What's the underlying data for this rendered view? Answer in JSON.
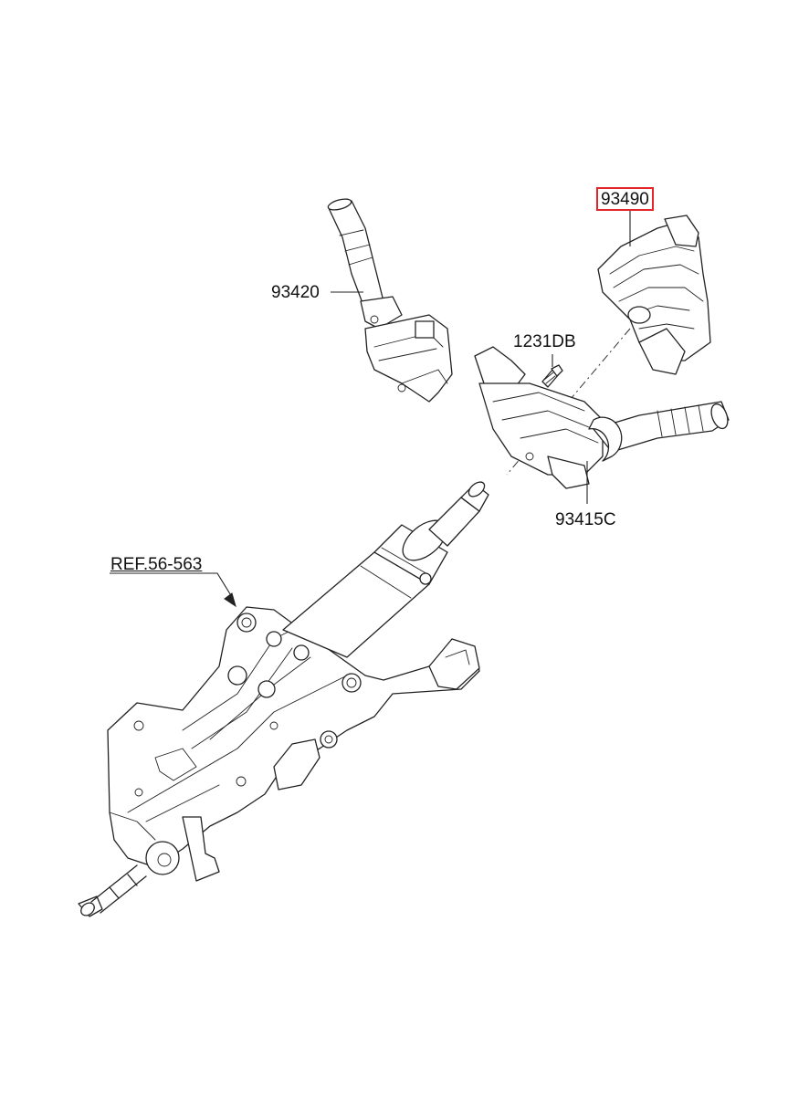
{
  "labels": {
    "clock_spring": "93490",
    "switch_left": "93420",
    "screw": "1231DB",
    "switch_assembly": "93415C",
    "reference": "REF.56-563"
  },
  "colors": {
    "highlight_box": "#e3262b",
    "line": "#222222",
    "background": "#ffffff"
  }
}
